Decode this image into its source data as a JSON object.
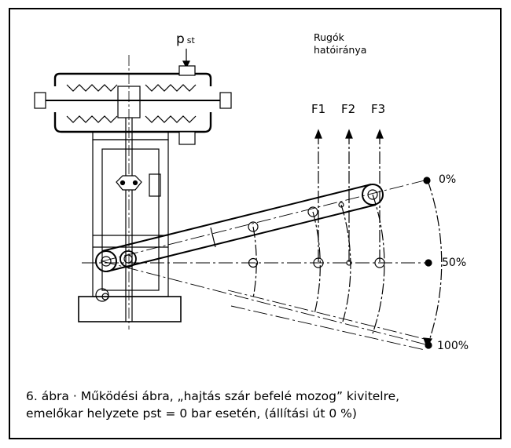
{
  "figure": {
    "pressure_label": "p",
    "pressure_subscript": "st",
    "springs_label_line1": "Rugók",
    "springs_label_line2": "hatóiránya",
    "forces": [
      "F1",
      "F2",
      "F3"
    ],
    "positions": [
      "0%",
      "50%",
      "100%"
    ]
  },
  "caption": {
    "line1": "6. ábra · Működési ábra, „hajtás szár befelé mozog” kivitelre,",
    "line2": "emelőkar helyzete pst = 0 bar esetén, (állítási út 0 %)"
  }
}
